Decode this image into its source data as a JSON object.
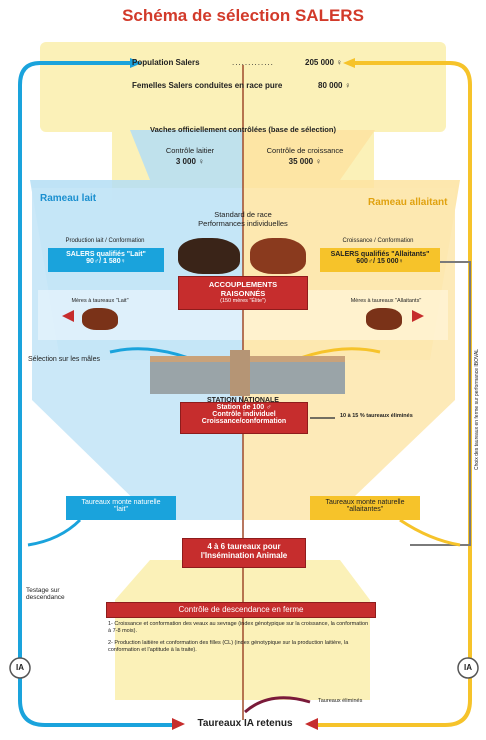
{
  "title": "Schéma de sélection SALERS",
  "population": {
    "label": "Population Salers",
    "value": "205 000 ♀"
  },
  "females": {
    "label": "Femelles Salers conduites en race pure",
    "value": "80 000 ♀"
  },
  "controlled": {
    "label": "Vaches officiellement contrôlées (base de sélection)"
  },
  "milk_control": {
    "label": "Contrôle laitier",
    "value": "3 000 ♀"
  },
  "growth_control": {
    "label": "Contrôle de croissance",
    "value": "35 000 ♀"
  },
  "branch_milk": "Rameau lait",
  "branch_suckler": "Rameau allaitant",
  "standard": {
    "line1": "Standard de race",
    "line2": "Performances individuelles"
  },
  "milk_side": {
    "heading": "Production lait / Conformation",
    "box_line1": "SALERS qualifiés \"Lait\"",
    "box_line2": "90♂/ 1 580♀"
  },
  "suckler_side": {
    "heading": "Croissance / Conformation",
    "box_line1": "SALERS qualifiés \"Allaitants\"",
    "box_line2": "600♂/ 15 000♀"
  },
  "matings": {
    "line1": "ACCOUPLEMENTS",
    "line2": "RAISONNÉS",
    "line3": "(150 mères \"Élite\")"
  },
  "mothers_milk": "Mères à taureaux \"Lait\"",
  "mothers_suckler": "Mères à taureaux \"Allaitants\"",
  "male_selection": "Sélection sur les mâles",
  "station": "STATION NATIONALE",
  "station_box": {
    "line1": "Station de 100 ♂",
    "line2": "Contrôle individuel",
    "line3": "Croissance/conformation"
  },
  "eliminated_station": "10 à 15 % taureaux éliminés",
  "side_note": "Choix des taureaux en ferme sur performance IBOVAL",
  "natural_milk": {
    "line1": "Taureaux monte naturelle",
    "line2": "\"lait\""
  },
  "natural_suckler": {
    "line1": "Taureaux monte naturelle",
    "line2": "\"allaitantes\""
  },
  "ai_box": {
    "line1": "4 à 6 taureaux pour",
    "line2": "l'Insémination Animale"
  },
  "progeny_testing": "Testage sur descendance",
  "progeny_control": {
    "title": "Contrôle de descendance en ferme",
    "item1": "1- Croissance et conformation des veaux au sevrage (index génotypique sur la croissance, la conformation à 7-8 mois).",
    "item2": "2- Production laitière et conformation des filles (CL) (index génotypique sur la production laitière, la conformation et l'aptitude à la traite)."
  },
  "ia_label": "IA",
  "eliminated_final": "Taureaux éliminés",
  "final": "Taureaux IA retenus",
  "colors": {
    "red": "#c62d2d",
    "blue": "#1aa3dc",
    "yellow": "#f6c32a",
    "cream": "#fbf3c4",
    "title": "#d23a2a"
  }
}
